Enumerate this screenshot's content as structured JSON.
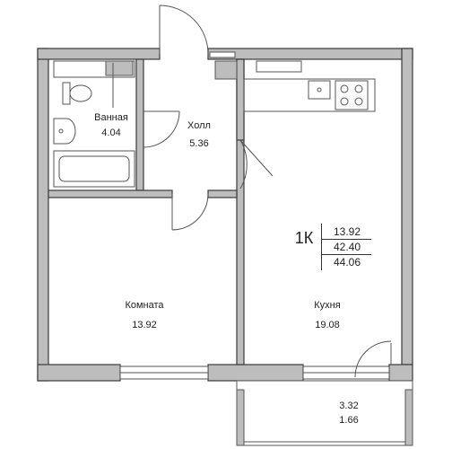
{
  "rooms": {
    "bathroom": {
      "name": "Ванная",
      "area": "4.04"
    },
    "hall": {
      "name": "Холл",
      "area": "5.36"
    },
    "living_room": {
      "name": "Комната",
      "area": "13.92"
    },
    "kitchen": {
      "name": "Кухня",
      "area": "19.08"
    },
    "balcony": {
      "area": "3.32",
      "area_reduced": "1.66"
    }
  },
  "summary": {
    "apartment_type": "1К",
    "living_area": "13.92",
    "total_area": "42.40",
    "total_area_with_balcony": "44.06"
  },
  "colors": {
    "wall": "#3a3a3a",
    "wall_fill": "#bdbdbd",
    "line": "#555555"
  }
}
